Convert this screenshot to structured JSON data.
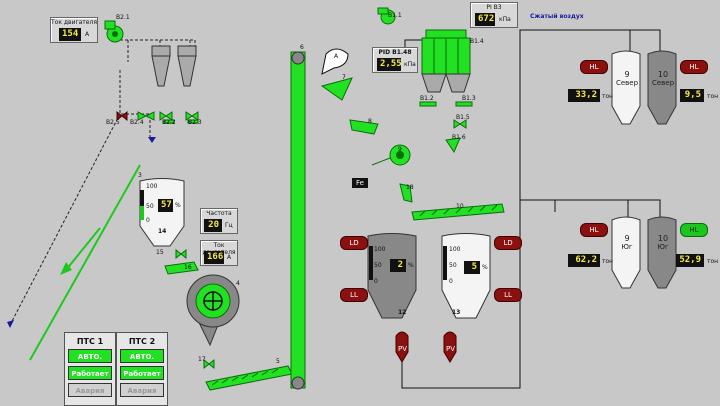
{
  "motor_current_top": {
    "caption": "Ток двигателя",
    "value": "154",
    "unit": "А"
  },
  "fan_b1_label": "B2.1",
  "frequency": {
    "caption": "Частота",
    "value": "20",
    "unit": "Гц"
  },
  "motor_current_mill": {
    "caption": "Ток двигателя",
    "value": "166",
    "unit": "А"
  },
  "silo14": {
    "level_value": "57",
    "unit": "%",
    "label": "14",
    "scale_top": "100",
    "scale_mid": "50",
    "scale_bot": "0"
  },
  "silo12": {
    "level_value": "2",
    "unit": "%",
    "label": "12",
    "scale_top": "100",
    "scale_mid": "50",
    "scale_bot": "0"
  },
  "silo13": {
    "level_value": "5",
    "unit": "%",
    "label": "13",
    "scale_top": "100",
    "scale_mid": "50",
    "scale_bot": "0"
  },
  "pi_b3": {
    "caption": "PI B3",
    "value": "672",
    "unit": "кПа",
    "note": "Сжатый воздух"
  },
  "pid_b148": {
    "caption": "PID B1.48",
    "value": "2,55",
    "unit": "кПа"
  },
  "north_silos": [
    {
      "num": "9",
      "name": "Север",
      "value": "33,2",
      "unit": "тон",
      "badge": "HL",
      "badge_state": "red"
    },
    {
      "num": "10",
      "name": "Север",
      "value": "9,5",
      "unit": "тон",
      "badge": "HL",
      "badge_state": "red"
    }
  ],
  "south_silos": [
    {
      "num": "9",
      "name": "Юг",
      "value": "62,2",
      "unit": "тон",
      "badge": "HL",
      "badge_state": "red"
    },
    {
      "num": "10",
      "name": "Юг",
      "value": "52,9",
      "unit": "тон",
      "badge": "HL",
      "badge_state": "green"
    }
  ],
  "ptc1": {
    "title": "ПТС 1",
    "mode": "АВТО.",
    "state": "Работает",
    "alarm": "Авария"
  },
  "ptc2": {
    "title": "ПТС 2",
    "mode": "АВТО.",
    "state": "Работает",
    "alarm": "Авария"
  },
  "tags": {
    "b1_1": "B1.1",
    "b1_4": "B1.4",
    "b1_2": "B1.2",
    "b1_3": "B1.3",
    "b1_5": "B1.5",
    "b1_6": "B1.6",
    "b2_2": "B2.2",
    "b2_3": "B2.3",
    "b2_4": "B2.4",
    "b2_5": "B2.5",
    "n6": "6",
    "n7": "7",
    "n8": "8",
    "n9": "9",
    "n10": "10",
    "n18": "18",
    "n4": "4",
    "n5": "5",
    "n15": "15",
    "n16": "16",
    "n17": "17",
    "n3": "3",
    "fe": "Fe",
    "a_label": "A",
    "ld": "LD",
    "ll": "LL",
    "pv": "PV"
  }
}
